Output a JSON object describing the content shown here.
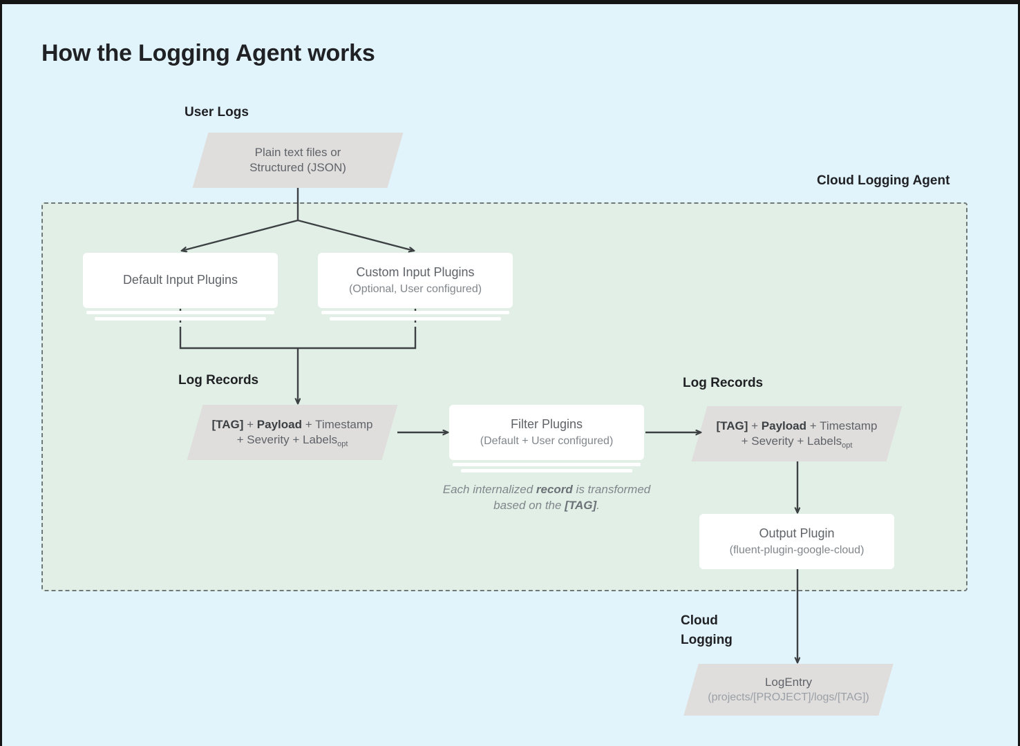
{
  "page": {
    "title": "How the Logging Agent works",
    "background_color": "#e1f3fb",
    "agent_region_color": "#e2efe6",
    "shape_color": "#e0dedd",
    "card_color": "#ffffff",
    "line_color": "#3c4043"
  },
  "labels": {
    "user_logs": "User Logs",
    "cloud_logging_agent": "Cloud Logging Agent",
    "log_records_left": "Log Records",
    "log_records_right": "Log Records",
    "cloud_logging": "Cloud\nLogging"
  },
  "nodes": {
    "user_logs_source": {
      "shape": "parallelogram",
      "line1": "Plain text files or",
      "line2": "Structured (JSON)"
    },
    "default_input_plugins": {
      "shape": "stacked-card",
      "title": "Default Input Plugins",
      "subtitle": ""
    },
    "custom_input_plugins": {
      "shape": "stacked-card",
      "title": "Custom Input Plugins",
      "subtitle": "(Optional, User configured)"
    },
    "log_record_left": {
      "shape": "parallelogram",
      "line1_a": "[TAG]",
      "line1_b": " + ",
      "line1_c": "Payload",
      "line1_d": " + Timestamp",
      "line2_a": "+ Severity + Labels",
      "line2_sub": "opt"
    },
    "filter_plugins": {
      "shape": "stacked-card",
      "title": "Filter Plugins",
      "subtitle": "(Default + User configured)"
    },
    "log_record_right": {
      "shape": "parallelogram",
      "line1_a": "[TAG]",
      "line1_b": " + ",
      "line1_c": "Payload",
      "line1_d": " + Timestamp",
      "line2_a": "+ Severity + Labels",
      "line2_sub": "opt"
    },
    "output_plugin": {
      "shape": "card",
      "title": "Output Plugin",
      "subtitle": "(fluent-plugin-google-cloud)"
    },
    "log_entry": {
      "shape": "parallelogram",
      "title": "LogEntry",
      "subtitle": "(projects/[PROJECT]/logs/[TAG])"
    }
  },
  "annotations": {
    "transform_note_a": "Each internalized ",
    "transform_note_b": "record",
    "transform_note_c": " is transformed based on the ",
    "transform_note_d": "[TAG]",
    "transform_note_e": "."
  }
}
